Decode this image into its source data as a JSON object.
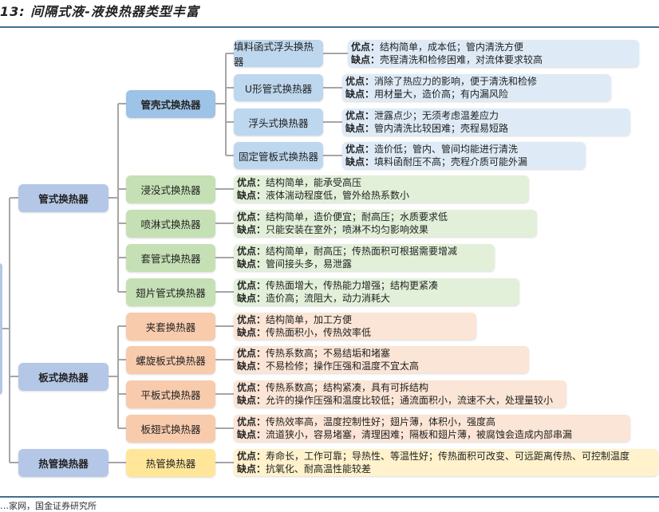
{
  "title": "13: 间隔式液-液换热器类型丰富",
  "labels": {
    "pro": "优点：",
    "con": "缺点："
  },
  "level1": [
    "管式换热器",
    "板式换热器",
    "热管换热器"
  ],
  "shell_tube": {
    "label": "管壳式换热器",
    "children": [
      {
        "name": "填料函式浮头换热器",
        "pro": "结构简单，成本低；管内清洗方便",
        "con": "壳程清洗和检修困难，对流体要求较高"
      },
      {
        "name": "U形管式换热器",
        "pro": "消除了热应力的影响，便于清洗和检修",
        "con": "用材量大，造价高；有内漏风险"
      },
      {
        "name": "浮头式换热器",
        "pro": "泄露点少；无须考虑温差应力",
        "con": "管内清洗比较困难；壳程易短路"
      },
      {
        "name": "固定管板式换热器",
        "pro": "造价低；管内、管间均能进行清洗",
        "con": "填料函耐压不高；壳程介质可能外漏"
      }
    ]
  },
  "tube_types": [
    {
      "name": "浸没式换热器",
      "pro": "结构简单，能承受高压",
      "con": "液体湍动程度低，管外给热系数小"
    },
    {
      "name": "喷淋式换热器",
      "pro": "结构简单，造价便宜；耐高压；水质要求低",
      "con": "只能安装在室外；喷淋不均匀影响效果"
    },
    {
      "name": "套管式换热器",
      "pro": "结构简单，耐高压；传热面积可根据需要增减",
      "con": "管间接头多，易泄露"
    },
    {
      "name": "翅片管式换热器",
      "pro": "传热面增大，传热能力增强；结构更紧凑",
      "con": "造价高；流阻大，动力消耗大"
    }
  ],
  "plate_types": [
    {
      "name": "夹套换热器",
      "pro": "结构简单，加工方便",
      "con": "传热面积小，传热效率低"
    },
    {
      "name": "螺旋板式换热器",
      "pro": "传热系数高；不易结垢和堵塞",
      "con": "不易检修；操作压强和温度不宜太高"
    },
    {
      "name": "平板式换热器",
      "pro": "传热系数高；结构紧凑，具有可拆结构",
      "con": "允许的操作压强和温度比较低；通流面积小，流速不大，处理量较小"
    },
    {
      "name": "板翅式换热器",
      "pro": "传热效率高，温度控制性好；翅片薄，体积小，强度高",
      "con": "流道狭小，容易堵塞，清理困难；隔板和翅片薄，被腐蚀会造成内部串漏"
    }
  ],
  "heat_pipe": {
    "name": "热管换热器",
    "pro": "寿命长，工作可靠；导热性、等温性好；传热面积可改变、可远距离传热、可控制温度",
    "con": "抗氧化、耐高温性能较差"
  },
  "source": "…家网，国金证券研究所"
}
